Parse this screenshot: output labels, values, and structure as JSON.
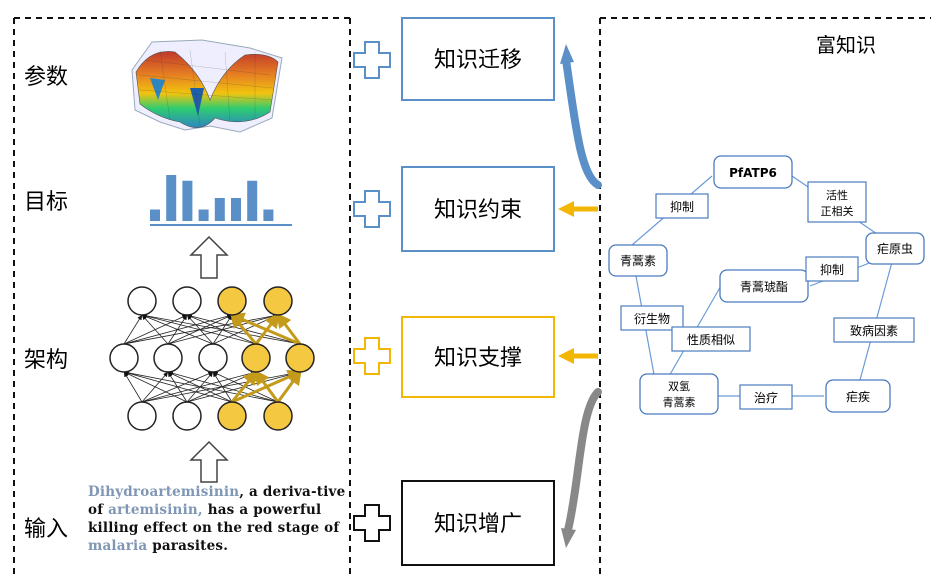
{
  "left_panel": {
    "labels": [
      "参数",
      "目标",
      "架构",
      "输入"
    ],
    "sentence": {
      "w1": "Dihydroartemisinin",
      "t1": ", a deriva-tive of ",
      "w2": "artemisinin,",
      "t2": " has a powerful killing effect on the red stage of ",
      "w3": "malaria",
      "t3": " parasites."
    }
  },
  "middle_panel": {
    "boxes": [
      {
        "label": "知识迁移",
        "color": "#5b8fc7"
      },
      {
        "label": "知识约束",
        "color": "#5b8fc7"
      },
      {
        "label": "知识支撑",
        "color": "#f2b705"
      },
      {
        "label": "知识增广",
        "color": "#111111"
      }
    ]
  },
  "right_panel": {
    "title": "富知识",
    "nodes": [
      "PfATP6",
      "青蒿素",
      "疟原虫",
      "青蒿琥酯",
      "双氢青蒿素",
      "疟疾"
    ],
    "edge_labels": [
      "抑制",
      "活性正相关",
      "抑制",
      "衍生物",
      "性质相似",
      "致病因素",
      "治疗"
    ]
  },
  "colors": {
    "blue": "#5b8fc7",
    "yellow": "#f2b705",
    "gray": "#888888",
    "node_yellow": "#f5c842"
  },
  "bar_values": [
    2,
    8,
    7,
    2,
    4,
    4,
    7,
    2
  ]
}
